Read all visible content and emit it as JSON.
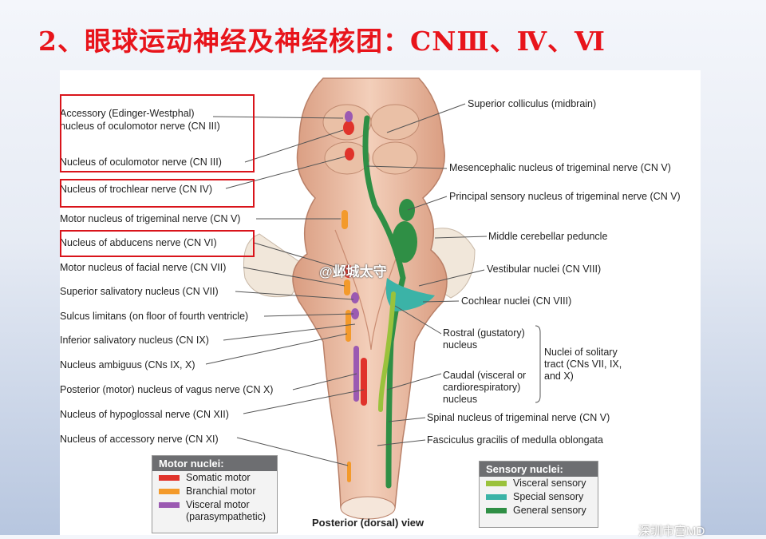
{
  "slide": {
    "title": "2、眼球运动神经及神经核团：CNⅢ、Ⅳ、Ⅵ"
  },
  "figure": {
    "left_labels": [
      "Accessory (Edinger-Westphal)",
      "nucleus of oculomotor nerve (CN III)",
      "Nucleus of oculomotor nerve (CN III)",
      "Nucleus of trochlear nerve (CN IV)",
      "Motor nucleus of trigeminal nerve (CN V)",
      "Nucleus of abducens nerve (CN VI)",
      "Motor nucleus of facial nerve (CN VII)",
      "Superior salivatory nucleus (CN VII)",
      "Sulcus limitans (on floor of fourth ventricle)",
      "Inferior salivatory nucleus (CN IX)",
      "Nucleus ambiguus (CNs IX, X)",
      "Posterior (motor) nucleus of vagus nerve (CN X)",
      "Nucleus of hypoglossal nerve (CN XII)",
      "Nucleus of accessory nerve (CN XI)"
    ],
    "right_labels": [
      "Superior colliculus (midbrain)",
      "Mesencephalic nucleus of trigeminal nerve (CN V)",
      "Principal sensory nucleus of trigeminal nerve (CN V)",
      "Middle cerebellar peduncle",
      "Vestibular nuclei (CN VIII)",
      "Cochlear nuclei (CN VIII)",
      "Rostral (gustatory)",
      "nucleus",
      "Caudal (visceral or",
      "cardiorespiratory)",
      "nucleus",
      "Nuclei of solitary",
      "tract (CNs VII, IX,",
      "and X)",
      "Spinal nucleus of trigeminal nerve (CN V)",
      "Fasciculus gracilis of medulla oblongata"
    ],
    "view_caption": "Posterior (dorsal) view",
    "watermark": "@邺城太守",
    "bottom_mark": "深圳市宫MD"
  },
  "legend_motor": {
    "title": "Motor nuclei:",
    "items": [
      {
        "label": "Somatic motor",
        "color": "#e0332b"
      },
      {
        "label": "Branchial motor",
        "color": "#f39a2b"
      },
      {
        "label": "Visceral motor",
        "color": "#9b5ab2"
      }
    ],
    "extra": "(parasympathetic)"
  },
  "legend_sensory": {
    "title": "Sensory nuclei:",
    "items": [
      {
        "label": "Visceral sensory",
        "color": "#9ac23c"
      },
      {
        "label": "Special sensory",
        "color": "#3bb3a7"
      },
      {
        "label": "General sensory",
        "color": "#2f8f45"
      }
    ]
  },
  "colors": {
    "title_red": "#e8141b",
    "highlight_box": "#d9141b",
    "brainstem": "#ecc1a8"
  }
}
